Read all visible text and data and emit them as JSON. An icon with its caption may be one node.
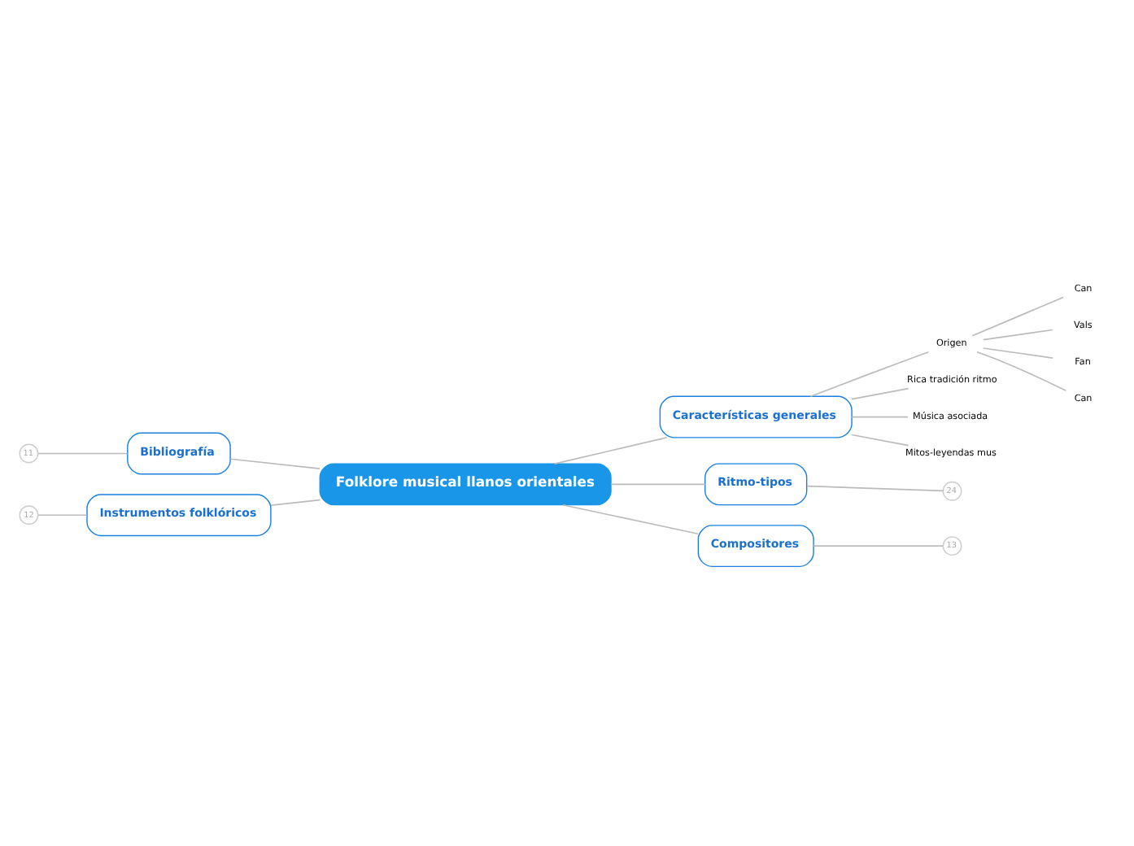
{
  "diagram": {
    "nodes": [
      {
        "text": [
          "Folklore musical llanos orientales"
        ]
      },
      {
        "text": [
          "Características generales"
        ]
      },
      {
        "text": [
          "Origen"
        ]
      },
      {
        "text": [
          "Can"
        ]
      },
      {
        "text": [
          "Vals"
        ]
      },
      {
        "text": [
          "Fan"
        ]
      },
      {
        "text": [
          "Can"
        ]
      },
      {
        "text": [
          "Rica tradición ritmo"
        ]
      },
      {
        "text": [
          "Música asociada"
        ]
      },
      {
        "text": [
          "Mitos-leyendas mus"
        ]
      },
      {
        "text": [
          "Bibliografía"
        ]
      },
      {
        "text": [
          "Instrumentos folklóricos"
        ]
      },
      {
        "text": [
          "Ritmo-tipos"
        ]
      },
      {
        "text": [
          "Compositores"
        ]
      },
      {
        "text": [
          "11"
        ]
      },
      {
        "text": [
          "12"
        ]
      },
      {
        "text": [
          "24"
        ]
      },
      {
        "text": [
          "13"
        ]
      }
    ],
    "edges": [
      {
        "from": 0,
        "to": 1,
        "arrow": "none"
      },
      {
        "from": 1,
        "to": 2,
        "arrow": "none"
      },
      {
        "from": 2,
        "to": 3,
        "arrow": "none"
      },
      {
        "from": 2,
        "to": 4,
        "arrow": "none"
      },
      {
        "from": 2,
        "to": 5,
        "arrow": "none"
      },
      {
        "from": 2,
        "to": 6,
        "arrow": "none"
      },
      {
        "from": 1,
        "to": 7,
        "arrow": "none"
      },
      {
        "from": 1,
        "to": 8,
        "arrow": "none"
      },
      {
        "from": 1,
        "to": 9,
        "arrow": "none"
      },
      {
        "from": 0,
        "to": 10,
        "arrow": "none"
      },
      {
        "from": 0,
        "to": 11,
        "arrow": "none"
      },
      {
        "from": 0,
        "to": 12,
        "arrow": "none"
      },
      {
        "from": 0,
        "to": 13,
        "arrow": "none"
      },
      {
        "from": 10,
        "to": 14,
        "arrow": "none"
      },
      {
        "from": 11,
        "to": 15,
        "arrow": "none"
      },
      {
        "from": 12,
        "to": 16,
        "arrow": "none"
      },
      {
        "from": 13,
        "to": 17,
        "arrow": "none"
      }
    ]
  }
}
